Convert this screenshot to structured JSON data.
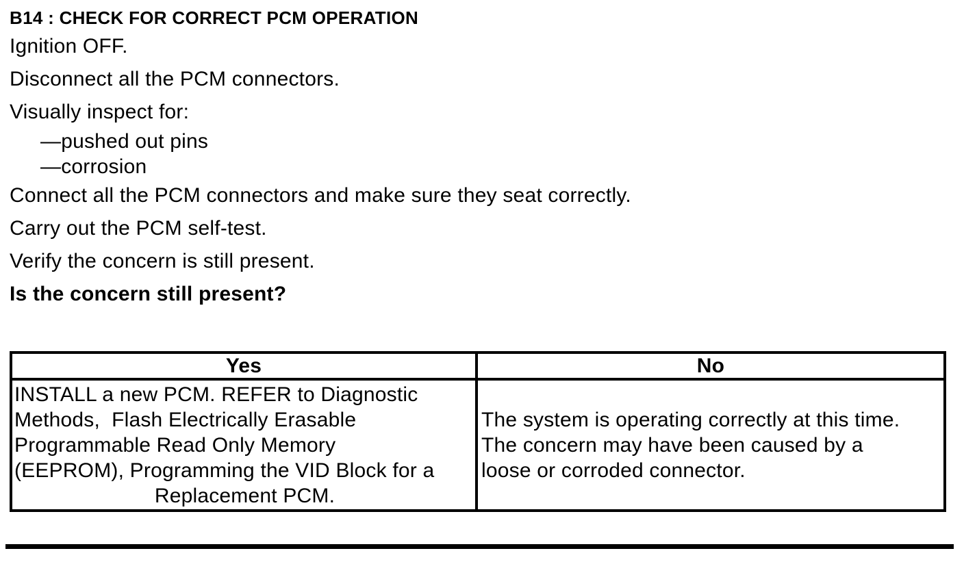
{
  "colors": {
    "ink": "#000000",
    "paper": "#ffffff"
  },
  "procedure": {
    "title": "B14 : CHECK FOR CORRECT PCM OPERATION",
    "steps": [
      "Ignition OFF.",
      "Disconnect all the PCM connectors.",
      "Visually inspect for:",
      "Connect all the PCM connectors and make sure they seat correctly.",
      "Carry out the PCM self-test.",
      "Verify the concern is still present."
    ],
    "inspect_items": [
      "—pushed out pins",
      "—corrosion"
    ],
    "question": "Is the concern still present?"
  },
  "results": {
    "yes": {
      "header": "Yes",
      "lines": [
        "INSTALL a new PCM. REFER to Diagnostic",
        "Methods,  Flash Electrically Erasable",
        "Programmable Read Only Memory",
        "(EEPROM), Programming the VID Block for a",
        "Replacement PCM."
      ]
    },
    "no": {
      "header": "No",
      "lines": [
        "The system is operating correctly at this time.",
        "The concern may have been caused by a",
        "loose or corroded connector."
      ]
    }
  }
}
